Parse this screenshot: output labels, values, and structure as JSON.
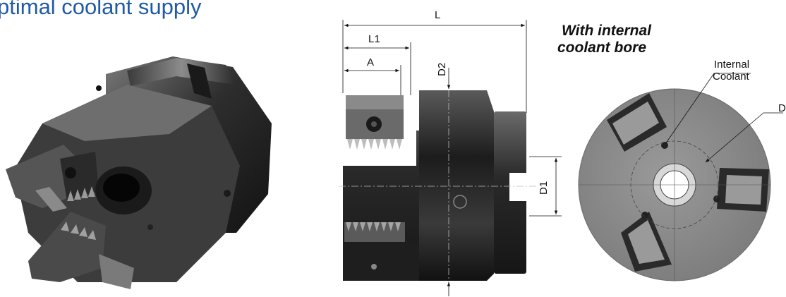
{
  "heading": "ptimal coolant supply",
  "dimensions": {
    "L": "L",
    "L1": "L1",
    "A": "A",
    "D2": "D2",
    "D1": "D1",
    "D_partial": "D"
  },
  "section_title": {
    "line1": "With internal",
    "line2": "coolant bore"
  },
  "callout": {
    "line1": "Internal",
    "line2": "Coolant"
  },
  "colors": {
    "heading": "#1f5aa6",
    "body_dark": "#2a2a2a",
    "face_gray": "#8a8a8a"
  }
}
